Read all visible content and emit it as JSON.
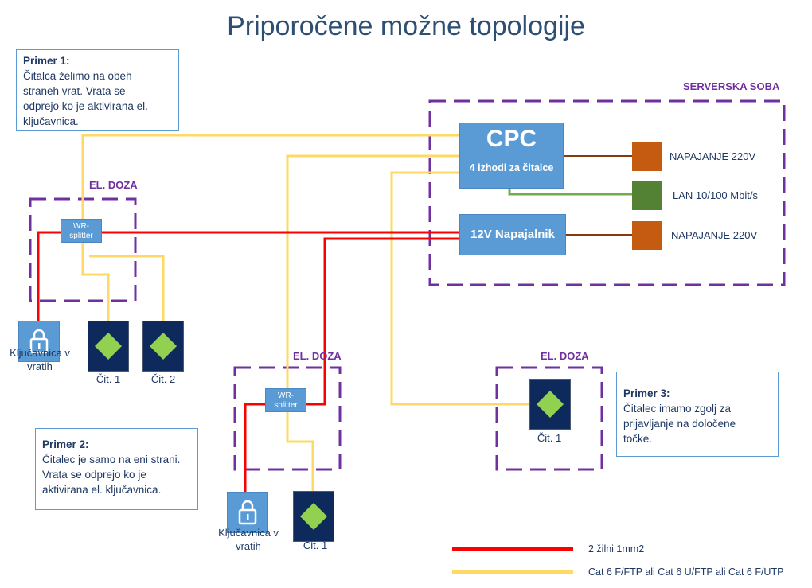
{
  "title": "Priporočene možne topologije",
  "server_room": {
    "label": "SERVERSKA SOBA"
  },
  "cpc": {
    "label": "CPC",
    "sub": "4 izhodi za čitalce"
  },
  "power_supply": {
    "label": "12V Napajalnik"
  },
  "outputs": [
    {
      "label": "NAPAJANJE 220V",
      "color": "#c55a11"
    },
    {
      "label": "LAN 10/100 Mbit/s",
      "color": "#548235"
    },
    {
      "label": "NAPAJANJE 220V",
      "color": "#c55a11"
    }
  ],
  "example1": {
    "note_title": "Primer 1:",
    "note_lines": [
      "Čitalca želimo na obeh",
      "straneh vrat. Vrata se",
      "odprejo ko je aktivirana el.",
      "ključavnica."
    ],
    "box_label": "EL. DOZA",
    "splitter_lines": [
      "WR-",
      "splitter"
    ],
    "lock_lines": [
      "Ključavnica v",
      "vratih"
    ],
    "readers": [
      "Čit. 1",
      "Čit. 2"
    ]
  },
  "example2": {
    "note_title": "Primer 2:",
    "note_lines": [
      "Čitalec je samo na eni strani.",
      "Vrata se odprejo ko je",
      "aktivirana el. ključavnica."
    ],
    "box_label": "EL. DOZA",
    "splitter_lines": [
      "WR-",
      "splitter"
    ],
    "lock_lines": [
      "Ključavnica v",
      "vratih"
    ],
    "reader": "Čit. 1"
  },
  "example3": {
    "note_title": "Primer 3:",
    "note_lines": [
      "Čitalec imamo zgolj za",
      "prijavljanje na določene",
      "točke."
    ],
    "box_label": "EL. DOZA",
    "reader": "Čit. 1"
  },
  "legend": [
    {
      "label": "2 žilni 1mm2",
      "color": "#ff0000"
    },
    {
      "label": "Cat 6 F/FTP ali Cat 6 U/FTP ali Cat 6 F/UTP",
      "color": "#ffd966"
    }
  ],
  "colors": {
    "purple_dash": "#7030a0",
    "red_wire": "#ff0000",
    "yellow_wire": "#ffd966",
    "brown_wire": "#843c0c",
    "green_wire": "#70ad47",
    "blue": "#5b9bd5"
  }
}
